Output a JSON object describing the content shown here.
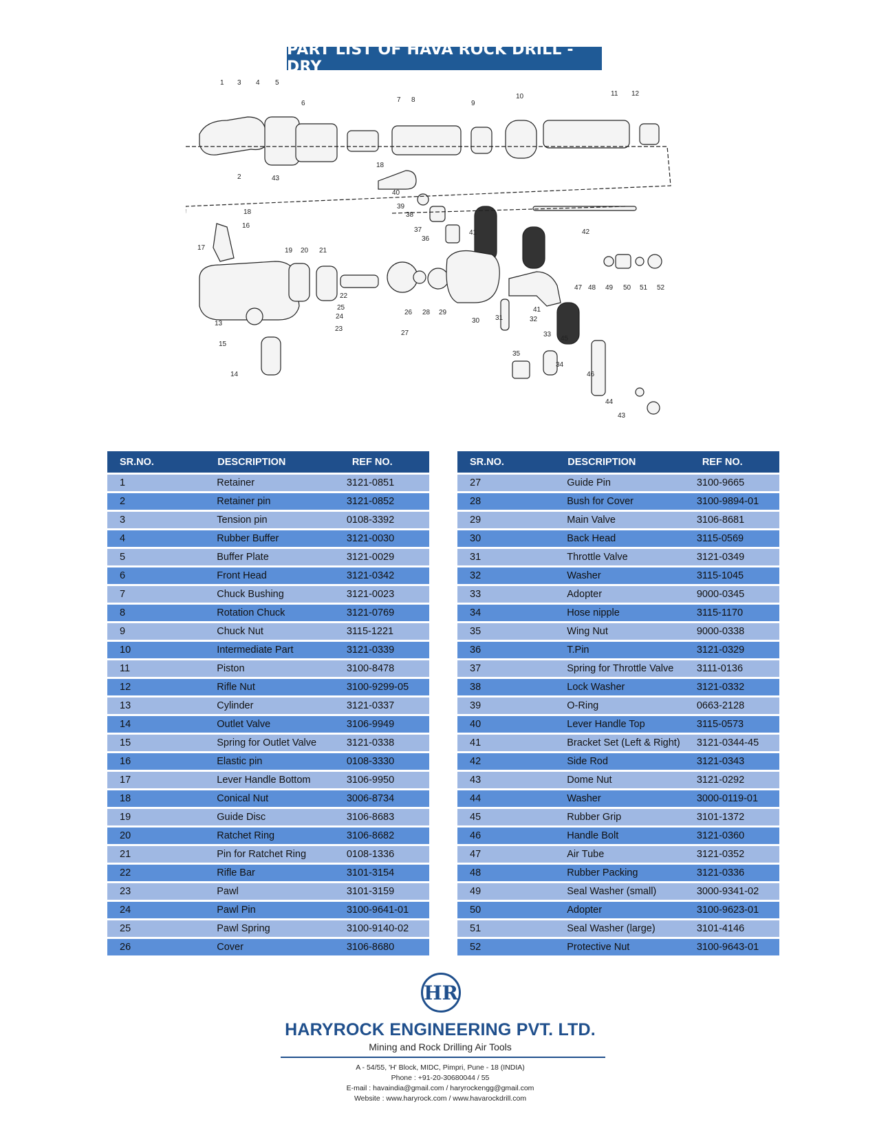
{
  "title": "PART LIST OF HAVA ROCK DRILL - DRY",
  "diagram": {
    "callouts": [
      "1",
      "2",
      "3",
      "4",
      "5",
      "6",
      "7",
      "8",
      "9",
      "10",
      "11",
      "12",
      "13",
      "14",
      "15",
      "16",
      "17",
      "18",
      "18",
      "19",
      "20",
      "21",
      "22",
      "23",
      "24",
      "25",
      "26",
      "27",
      "28",
      "29",
      "30",
      "31",
      "32",
      "33",
      "34",
      "35",
      "36",
      "37",
      "38",
      "39",
      "40",
      "41",
      "41",
      "42",
      "43",
      "43",
      "44",
      "45",
      "46",
      "47",
      "48",
      "49",
      "50",
      "51",
      "52"
    ]
  },
  "table": {
    "headers": {
      "sr": "SR.NO.",
      "desc": "DESCRIPTION",
      "ref": "REF NO."
    },
    "left": [
      {
        "sr": "1",
        "desc": "Retainer",
        "ref": "3121-0851"
      },
      {
        "sr": "2",
        "desc": "Retainer pin",
        "ref": "3121-0852"
      },
      {
        "sr": "3",
        "desc": "Tension pin",
        "ref": "0108-3392"
      },
      {
        "sr": "4",
        "desc": "Rubber Buffer",
        "ref": "3121-0030"
      },
      {
        "sr": "5",
        "desc": "Buffer Plate",
        "ref": "3121-0029"
      },
      {
        "sr": "6",
        "desc": "Front Head",
        "ref": "3121-0342"
      },
      {
        "sr": "7",
        "desc": "Chuck Bushing",
        "ref": "3121-0023"
      },
      {
        "sr": "8",
        "desc": "Rotation Chuck",
        "ref": "3121-0769"
      },
      {
        "sr": "9",
        "desc": "Chuck Nut",
        "ref": "3115-1221"
      },
      {
        "sr": "10",
        "desc": "Intermediate Part",
        "ref": "3121-0339"
      },
      {
        "sr": "11",
        "desc": "Piston",
        "ref": "3100-8478"
      },
      {
        "sr": "12",
        "desc": "Rifle Nut",
        "ref": "3100-9299-05"
      },
      {
        "sr": "13",
        "desc": "Cylinder",
        "ref": "3121-0337"
      },
      {
        "sr": "14",
        "desc": "Outlet Valve",
        "ref": "3106-9949"
      },
      {
        "sr": "15",
        "desc": "Spring for Outlet Valve",
        "ref": "3121-0338"
      },
      {
        "sr": "16",
        "desc": "Elastic pin",
        "ref": "0108-3330"
      },
      {
        "sr": "17",
        "desc": "Lever Handle Bottom",
        "ref": "3106-9950"
      },
      {
        "sr": "18",
        "desc": "Conical Nut",
        "ref": "3006-8734"
      },
      {
        "sr": "19",
        "desc": "Guide Disc",
        "ref": "3106-8683"
      },
      {
        "sr": "20",
        "desc": "Ratchet Ring",
        "ref": "3106-8682"
      },
      {
        "sr": "21",
        "desc": "Pin for Ratchet Ring",
        "ref": "0108-1336"
      },
      {
        "sr": "22",
        "desc": "Rifle Bar",
        "ref": "3101-3154"
      },
      {
        "sr": "23",
        "desc": "Pawl",
        "ref": "3101-3159"
      },
      {
        "sr": "24",
        "desc": "Pawl Pin",
        "ref": "3100-9641-01"
      },
      {
        "sr": "25",
        "desc": "Pawl Spring",
        "ref": "3100-9140-02"
      },
      {
        "sr": "26",
        "desc": "Cover",
        "ref": "3106-8680"
      }
    ],
    "right": [
      {
        "sr": "27",
        "desc": "Guide Pin",
        "ref": "3100-9665"
      },
      {
        "sr": "28",
        "desc": "Bush for Cover",
        "ref": "3100-9894-01"
      },
      {
        "sr": "29",
        "desc": "Main Valve",
        "ref": "3106-8681"
      },
      {
        "sr": "30",
        "desc": "Back Head",
        "ref": "3115-0569"
      },
      {
        "sr": "31",
        "desc": "Throttle Valve",
        "ref": "3121-0349"
      },
      {
        "sr": "32",
        "desc": "Washer",
        "ref": "3115-1045"
      },
      {
        "sr": "33",
        "desc": "Adopter",
        "ref": "9000-0345"
      },
      {
        "sr": "34",
        "desc": "Hose nipple",
        "ref": "3115-1170"
      },
      {
        "sr": "35",
        "desc": "Wing Nut",
        "ref": "9000-0338"
      },
      {
        "sr": "36",
        "desc": "T.Pin",
        "ref": "3121-0329"
      },
      {
        "sr": "37",
        "desc": "Spring for Throttle  Valve",
        "ref": "3111-0136"
      },
      {
        "sr": "38",
        "desc": "Lock Washer",
        "ref": "3121-0332"
      },
      {
        "sr": "39",
        "desc": "O-Ring",
        "ref": "0663-2128"
      },
      {
        "sr": "40",
        "desc": "Lever Handle Top",
        "ref": "3115-0573"
      },
      {
        "sr": "41",
        "desc": "Bracket Set (Left & Right)",
        "ref": "3121-0344-45"
      },
      {
        "sr": "42",
        "desc": "Side Rod",
        "ref": "3121-0343"
      },
      {
        "sr": "43",
        "desc": "Dome Nut",
        "ref": "3121-0292"
      },
      {
        "sr": "44",
        "desc": "Washer",
        "ref": "3000-0119-01"
      },
      {
        "sr": "45",
        "desc": "Rubber Grip",
        "ref": "3101-1372"
      },
      {
        "sr": "46",
        "desc": "Handle Bolt",
        "ref": "3121-0360"
      },
      {
        "sr": "47",
        "desc": "Air Tube",
        "ref": "3121-0352"
      },
      {
        "sr": "48",
        "desc": "Rubber Packing",
        "ref": "3121-0336"
      },
      {
        "sr": "49",
        "desc": "Seal Washer (small)",
        "ref": "3000-9341-02"
      },
      {
        "sr": "50",
        "desc": "Adopter",
        "ref": "3100-9623-01"
      },
      {
        "sr": "51",
        "desc": "Seal Washer (large)",
        "ref": "3101-4146"
      },
      {
        "sr": "52",
        "desc": "Protective Nut",
        "ref": "3100-9643-01"
      }
    ]
  },
  "footer": {
    "logo": "HR",
    "company": "HARYROCK ENGINEERING PVT. LTD.",
    "tagline": "Mining and Rock Drilling Air Tools",
    "address": "A - 54/55, 'H' Block, MIDC, Pimpri, Pune - 18 (INDIA)",
    "phone": "Phone : +91-20-30680044 / 55",
    "email": "E-mail : havaindia@gmail.com / haryrockengg@gmail.com",
    "website": "Website : www.haryrock.com / www.havarockdrill.com"
  }
}
